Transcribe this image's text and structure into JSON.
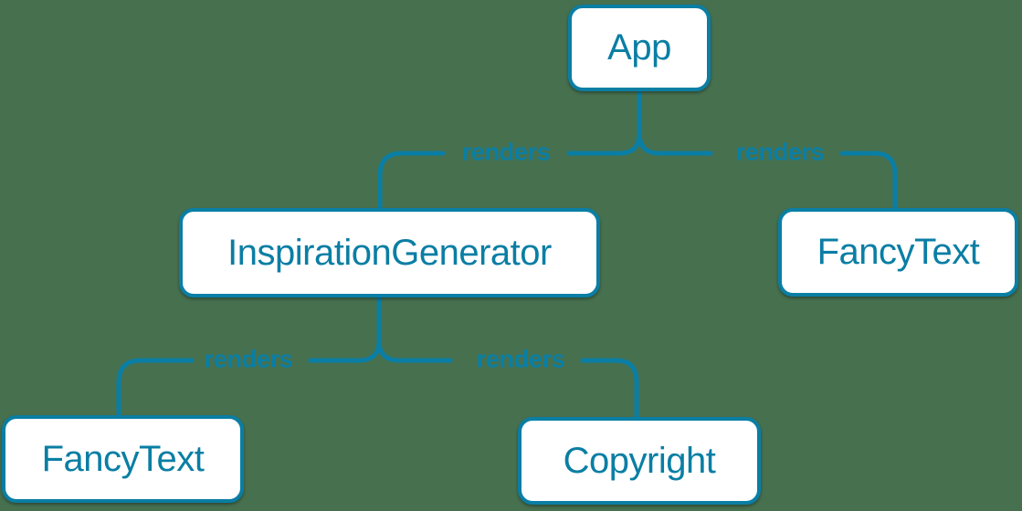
{
  "colors": {
    "background": "#47704f",
    "accent": "#0a7ea4",
    "node_fill": "#ffffff"
  },
  "diagram": {
    "type": "component-tree",
    "nodes": [
      {
        "id": "app",
        "label": "App"
      },
      {
        "id": "inspiration-generator",
        "label": "InspirationGenerator"
      },
      {
        "id": "fancy-text-right",
        "label": "FancyText"
      },
      {
        "id": "fancy-text-left",
        "label": "FancyText"
      },
      {
        "id": "copyright",
        "label": "Copyright"
      }
    ],
    "edges": [
      {
        "from": "App",
        "to": "InspirationGenerator",
        "label": "renders"
      },
      {
        "from": "App",
        "to": "FancyText",
        "label": "renders"
      },
      {
        "from": "InspirationGenerator",
        "to": "FancyText",
        "label": "renders"
      },
      {
        "from": "InspirationGenerator",
        "to": "Copyright",
        "label": "renders"
      }
    ]
  }
}
